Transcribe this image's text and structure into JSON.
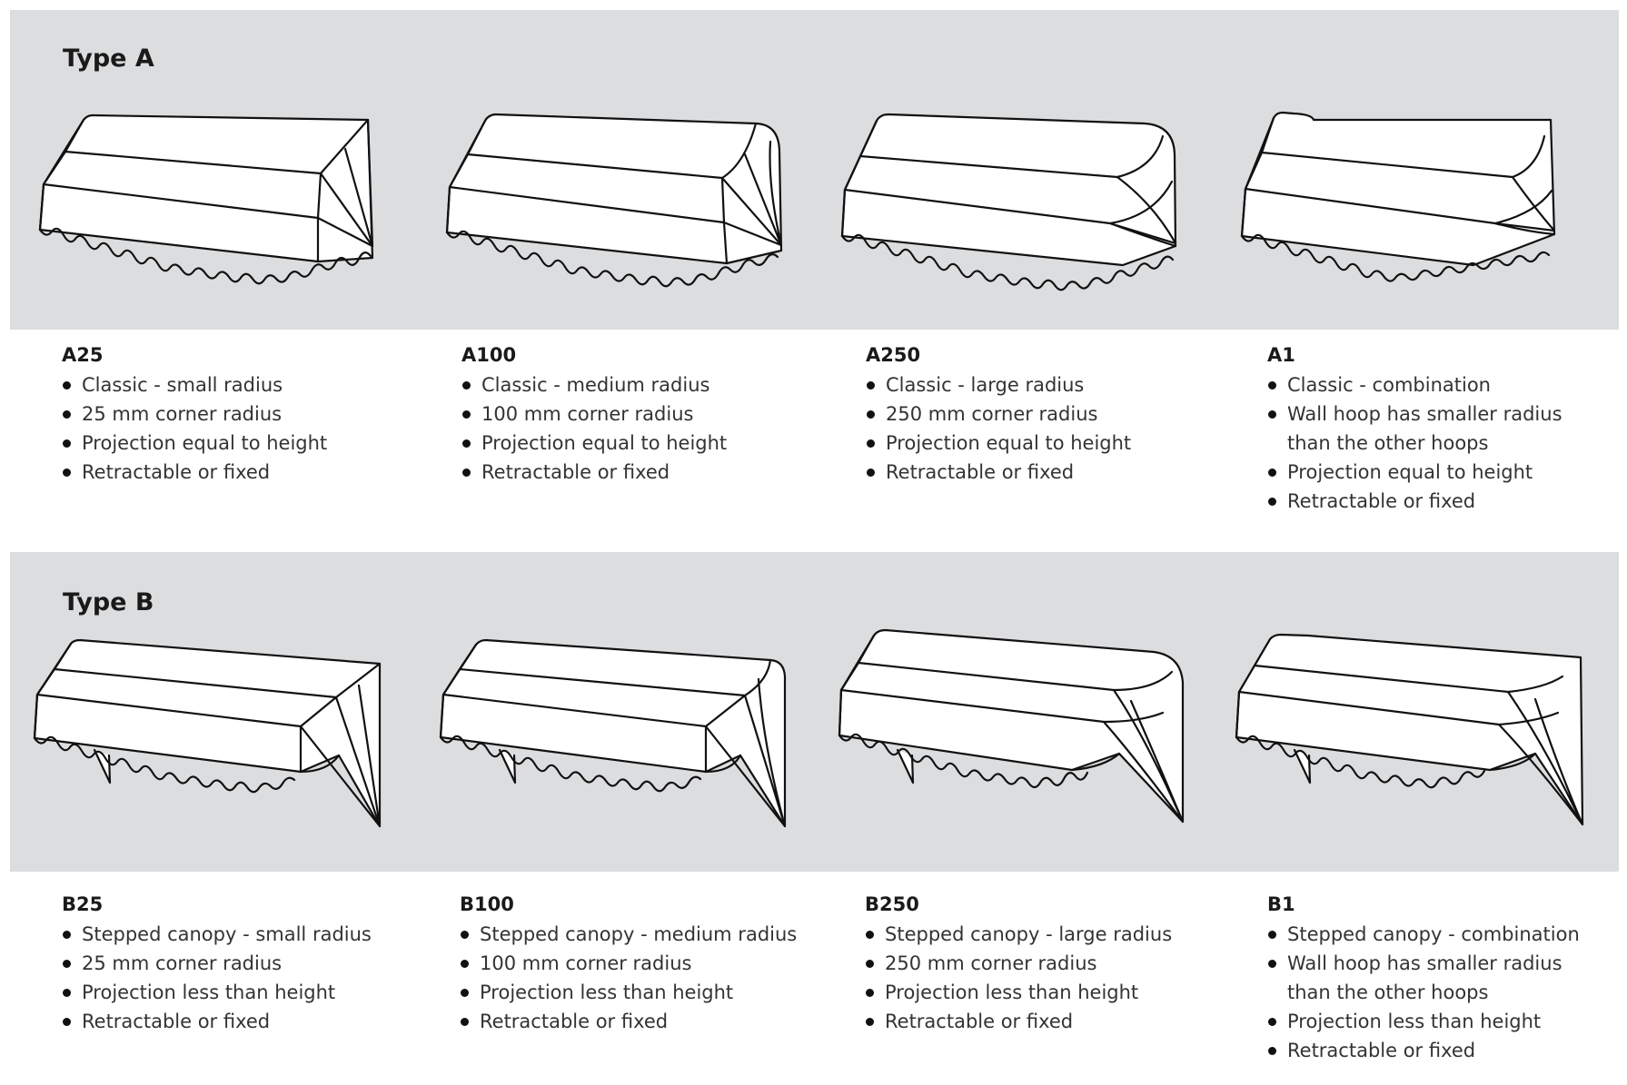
{
  "type_a": {
    "title": "Type A",
    "models": [
      {
        "code": "A25",
        "icon": "awning-a25-icon",
        "bullets": [
          "Classic - small radius",
          "25 mm corner radius",
          "Projection equal to height",
          "Retractable or fixed"
        ]
      },
      {
        "code": "A100",
        "icon": "awning-a100-icon",
        "bullets": [
          "Classic - medium radius",
          "100 mm corner radius",
          "Projection equal to height",
          "Retractable or fixed"
        ]
      },
      {
        "code": "A250",
        "icon": "awning-a250-icon",
        "bullets": [
          "Classic - large radius",
          "250 mm corner radius",
          "Projection equal to height",
          "Retractable or fixed"
        ]
      },
      {
        "code": "A1",
        "icon": "awning-a1-icon",
        "bullets": [
          "Classic - combination",
          "Wall hoop has smaller radius",
          "than the other hoops",
          "Projection equal to height",
          "Retractable or fixed"
        ]
      }
    ]
  },
  "type_b": {
    "title": "Type B",
    "models": [
      {
        "code": "B25",
        "icon": "awning-b25-icon",
        "bullets": [
          "Stepped canopy - small radius",
          "25 mm corner radius",
          "Projection less than height",
          "Retractable or fixed"
        ]
      },
      {
        "code": "B100",
        "icon": "awning-b100-icon",
        "bullets": [
          "Stepped canopy - medium radius",
          "100 mm corner radius",
          "Projection less than height",
          "Retractable or fixed"
        ]
      },
      {
        "code": "B250",
        "icon": "awning-b250-icon",
        "bullets": [
          "Stepped canopy - large radius",
          "250 mm corner radius",
          "Projection less than height",
          "Retractable or fixed"
        ]
      },
      {
        "code": "B1",
        "icon": "awning-b1-icon",
        "bullets": [
          "Stepped canopy - combination",
          "Wall hoop has smaller radius",
          "than the other hoops",
          "Projection less than height",
          "Retractable or fixed"
        ]
      }
    ]
  },
  "colors": {
    "band": "#dcdddf",
    "line": "#111111",
    "fill": "#ffffff"
  }
}
